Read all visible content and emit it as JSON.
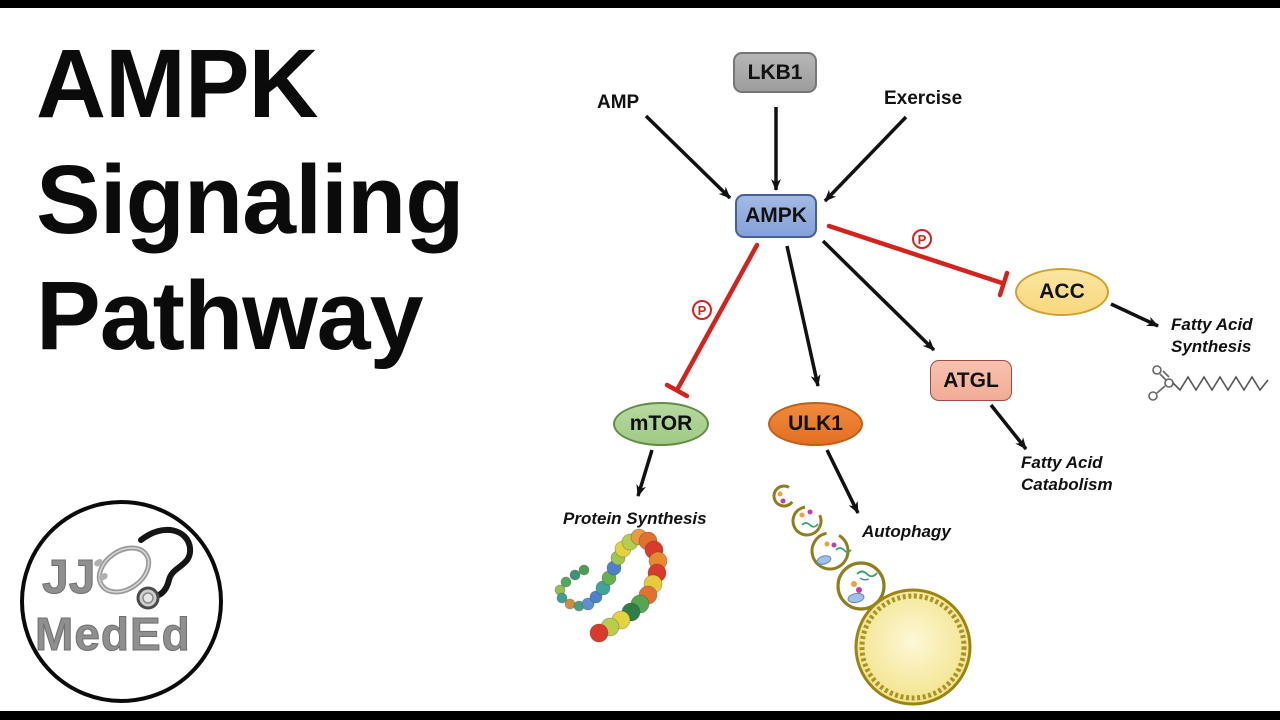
{
  "title": {
    "line1": "AMPK",
    "line2": "Signaling",
    "line3": "Pathway"
  },
  "nodes": {
    "amp": {
      "label": "AMP"
    },
    "lkb1": {
      "label": "LKB1",
      "fill": "#A8A8A8",
      "border": "#767676"
    },
    "exercise": {
      "label": "Exercise"
    },
    "ampk": {
      "label": "AMPK",
      "fill": "#8FAADC",
      "border": "#41619C"
    },
    "mtor": {
      "label": "mTOR",
      "fill": "#A9D18E",
      "border": "#5F8E43"
    },
    "ulk1": {
      "label": "ULK1",
      "fill": "#ED7D31",
      "border": "#C05F17"
    },
    "atgl": {
      "label": "ATGL",
      "fill": "#F5B9A4",
      "border": "#9E4B45"
    },
    "acc": {
      "label": "ACC",
      "fill": "#FADE8F",
      "border": "#CFA12F"
    }
  },
  "phosphate": {
    "symbol": "P",
    "color": "#D3231C"
  },
  "outcomes": {
    "protein_synthesis": {
      "label": "Protein Synthesis"
    },
    "autophagy": {
      "label": "Autophagy"
    },
    "fatty_acid_synthesis": {
      "line1": "Fatty Acid",
      "line2": "Synthesis"
    },
    "fatty_acid_catabolism": {
      "line1": "Fatty Acid",
      "line2": "Catabolism"
    }
  },
  "edges": {
    "activation_color": "#111111",
    "inhibition_color": "#D3231C",
    "list": [
      {
        "from": "AMP",
        "to": "AMPK",
        "type": "activation"
      },
      {
        "from": "LKB1",
        "to": "AMPK",
        "type": "activation"
      },
      {
        "from": "Exercise",
        "to": "AMPK",
        "type": "activation"
      },
      {
        "from": "AMPK",
        "to": "mTOR",
        "type": "inhibition-phosphorylation"
      },
      {
        "from": "AMPK",
        "to": "ULK1",
        "type": "activation"
      },
      {
        "from": "AMPK",
        "to": "ATGL",
        "type": "activation"
      },
      {
        "from": "AMPK",
        "to": "ACC",
        "type": "inhibition-phosphorylation"
      },
      {
        "from": "mTOR",
        "to": "Protein Synthesis",
        "type": "activation"
      },
      {
        "from": "ULK1",
        "to": "Autophagy",
        "type": "activation"
      },
      {
        "from": "ATGL",
        "to": "Fatty Acid Catabolism",
        "type": "activation"
      },
      {
        "from": "ACC",
        "to": "Fatty Acid Synthesis",
        "type": "activation"
      }
    ]
  },
  "logo": {
    "line1": "JJ",
    "line2": "MedEd",
    "text_color": "#8F8F8F"
  }
}
